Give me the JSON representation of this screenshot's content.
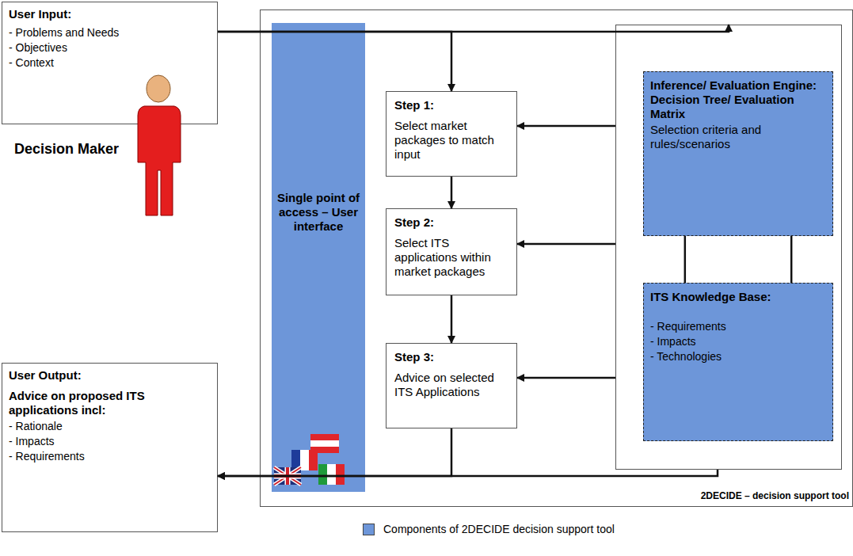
{
  "diagram": {
    "nodes": [
      {
        "text": [
          "User Input:",
          "- Problems and Needs",
          "- Objectives",
          "- Context"
        ]
      },
      {
        "text": [
          "User Output:",
          "Advice on proposed ITS applications incl:",
          "- Rationale",
          "- Impacts",
          "- Requirements"
        ]
      },
      {
        "text": [
          "2DECIDE – decision support tool"
        ]
      },
      {
        "text": [
          "Single point of access – User interface"
        ],
        "in": 2
      },
      {
        "text": [
          "Step 1:",
          "Select market packages to match input"
        ],
        "in": 2
      },
      {
        "text": [
          "Step 2:",
          "Select ITS applications within market packages"
        ],
        "in": 2
      },
      {
        "text": [
          "Step 3:",
          "Advice on selected ITS Applications"
        ],
        "in": 2
      },
      {
        "text": [],
        "in": 2
      },
      {
        "text": [
          "Inference/ Evaluation Engine: Decision Tree/ Evaluation Matrix",
          "Selection criteria and rules/scenarios"
        ],
        "in": 7
      },
      {
        "text": [
          "ITS Knowledge Base:",
          "- Requirements",
          "- Impacts",
          "- Technologies"
        ],
        "in": 7
      }
    ],
    "edges": [
      {
        "from": 0,
        "to": 4,
        "arrow": "to"
      },
      {
        "from": 0,
        "to": 7,
        "arrow": "to"
      },
      {
        "from": 7,
        "to": 4,
        "arrow": "to"
      },
      {
        "from": 7,
        "to": 5,
        "arrow": "to"
      },
      {
        "from": 7,
        "to": 6,
        "arrow": "to"
      },
      {
        "from": 4,
        "to": 5,
        "arrow": "to"
      },
      {
        "from": 5,
        "to": 6,
        "arrow": "to"
      },
      {
        "from": 8,
        "to": 9,
        "arrow": "none"
      },
      {
        "from": 8,
        "to": 9,
        "arrow": "none"
      },
      {
        "from": 6,
        "to": 1,
        "arrow": "to"
      },
      {
        "from": 7,
        "to": 1,
        "arrow": "to"
      }
    ],
    "labels": [
      "Decision Maker"
    ],
    "legend": [
      {
        "text": "Components of 2DECIDE decision support tool",
        "color": "#6d96d9"
      }
    ]
  }
}
